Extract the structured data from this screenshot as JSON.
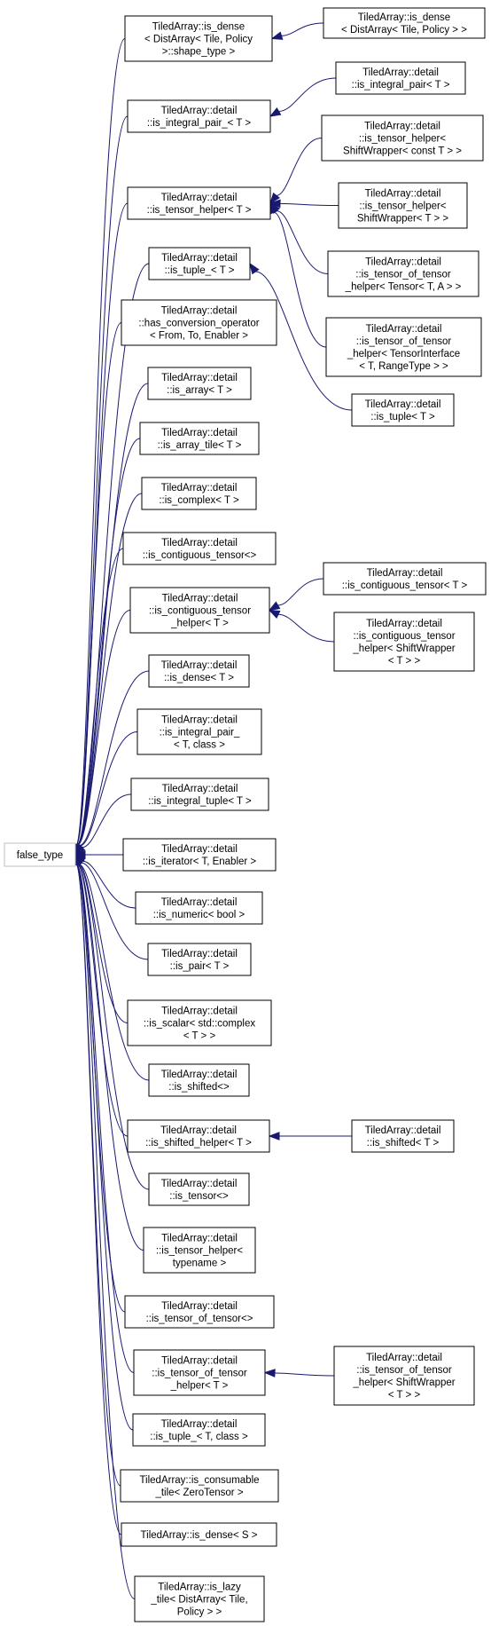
{
  "graph": {
    "root": {
      "id": "root",
      "lines": [
        "false_type"
      ]
    },
    "nodes": [
      {
        "id": "n1",
        "lines": [
          "TiledArray::is_dense",
          "< DistArray< Tile, Policy",
          " >::shape_type >"
        ]
      },
      {
        "id": "n1a",
        "lines": [
          "TiledArray::is_dense",
          "< DistArray< Tile, Policy > >"
        ]
      },
      {
        "id": "n2",
        "lines": [
          "TiledArray::detail",
          "::is_integral_pair_< T >"
        ]
      },
      {
        "id": "n2a",
        "lines": [
          "TiledArray::detail",
          "::is_integral_pair< T >"
        ]
      },
      {
        "id": "n3",
        "lines": [
          "TiledArray::detail",
          "::is_tensor_helper< T >"
        ]
      },
      {
        "id": "n3a",
        "lines": [
          "TiledArray::detail",
          "::is_tensor_helper<",
          "ShiftWrapper< const T > >"
        ]
      },
      {
        "id": "n3b",
        "lines": [
          "TiledArray::detail",
          "::is_tensor_helper<",
          "ShiftWrapper< T > >"
        ]
      },
      {
        "id": "n3c",
        "lines": [
          "TiledArray::detail",
          "::is_tensor_of_tensor",
          "_helper< Tensor< T, A > >"
        ]
      },
      {
        "id": "n3d",
        "lines": [
          "TiledArray::detail",
          "::is_tensor_of_tensor",
          "_helper< TensorInterface",
          "< T, RangeType > >"
        ]
      },
      {
        "id": "n4",
        "lines": [
          "TiledArray::detail",
          "::is_tuple_< T >"
        ]
      },
      {
        "id": "n4a",
        "lines": [
          "TiledArray::detail",
          "::is_tuple< T >"
        ]
      },
      {
        "id": "n5",
        "lines": [
          "TiledArray::detail",
          "::has_conversion_operator",
          "< From, To, Enabler >"
        ]
      },
      {
        "id": "n6",
        "lines": [
          "TiledArray::detail",
          "::is_array< T >"
        ]
      },
      {
        "id": "n7",
        "lines": [
          "TiledArray::detail",
          "::is_array_tile< T >"
        ]
      },
      {
        "id": "n8",
        "lines": [
          "TiledArray::detail",
          "::is_complex< T >"
        ]
      },
      {
        "id": "n9",
        "lines": [
          "TiledArray::detail",
          "::is_contiguous_tensor<>"
        ]
      },
      {
        "id": "n10",
        "lines": [
          "TiledArray::detail",
          "::is_contiguous_tensor",
          "_helper< T >"
        ]
      },
      {
        "id": "n10a",
        "lines": [
          "TiledArray::detail",
          "::is_contiguous_tensor< T >"
        ]
      },
      {
        "id": "n10b",
        "lines": [
          "TiledArray::detail",
          "::is_contiguous_tensor",
          "_helper< ShiftWrapper",
          "< T > >"
        ]
      },
      {
        "id": "n11",
        "lines": [
          "TiledArray::detail",
          "::is_dense< T >"
        ]
      },
      {
        "id": "n12",
        "lines": [
          "TiledArray::detail",
          "::is_integral_pair_",
          "< T, class >"
        ]
      },
      {
        "id": "n13",
        "lines": [
          "TiledArray::detail",
          "::is_integral_tuple< T >"
        ]
      },
      {
        "id": "n14",
        "lines": [
          "TiledArray::detail",
          "::is_iterator< T, Enabler >"
        ]
      },
      {
        "id": "n15",
        "lines": [
          "TiledArray::detail",
          "::is_numeric< bool >"
        ]
      },
      {
        "id": "n16",
        "lines": [
          "TiledArray::detail",
          "::is_pair< T >"
        ]
      },
      {
        "id": "n17",
        "lines": [
          "TiledArray::detail",
          "::is_scalar< std::complex",
          "< T > >"
        ]
      },
      {
        "id": "n18",
        "lines": [
          "TiledArray::detail",
          "::is_shifted<>"
        ]
      },
      {
        "id": "n19",
        "lines": [
          "TiledArray::detail",
          "::is_shifted_helper< T >"
        ]
      },
      {
        "id": "n19a",
        "lines": [
          "TiledArray::detail",
          "::is_shifted< T >"
        ]
      },
      {
        "id": "n20",
        "lines": [
          "TiledArray::detail",
          "::is_tensor<>"
        ]
      },
      {
        "id": "n21",
        "lines": [
          "TiledArray::detail",
          "::is_tensor_helper<",
          "typename >"
        ]
      },
      {
        "id": "n22",
        "lines": [
          "TiledArray::detail",
          "::is_tensor_of_tensor<>"
        ]
      },
      {
        "id": "n23",
        "lines": [
          "TiledArray::detail",
          "::is_tensor_of_tensor",
          "_helper< T >"
        ]
      },
      {
        "id": "n23a",
        "lines": [
          "TiledArray::detail",
          "::is_tensor_of_tensor",
          "_helper< ShiftWrapper",
          "< T > >"
        ]
      },
      {
        "id": "n24",
        "lines": [
          "TiledArray::detail",
          "::is_tuple_< T, class >"
        ]
      },
      {
        "id": "n25",
        "lines": [
          "TiledArray::is_consumable",
          "_tile< ZeroTensor >"
        ]
      },
      {
        "id": "n26",
        "lines": [
          "TiledArray::is_dense< S >"
        ]
      },
      {
        "id": "n27",
        "lines": [
          "TiledArray::is_lazy",
          "_tile< DistArray< Tile,",
          " Policy > >"
        ]
      }
    ],
    "edges": [
      {
        "from": "n1",
        "to": "root"
      },
      {
        "from": "n2",
        "to": "root"
      },
      {
        "from": "n3",
        "to": "root"
      },
      {
        "from": "n4",
        "to": "root"
      },
      {
        "from": "n5",
        "to": "root"
      },
      {
        "from": "n6",
        "to": "root"
      },
      {
        "from": "n7",
        "to": "root"
      },
      {
        "from": "n8",
        "to": "root"
      },
      {
        "from": "n9",
        "to": "root"
      },
      {
        "from": "n10",
        "to": "root"
      },
      {
        "from": "n11",
        "to": "root"
      },
      {
        "from": "n12",
        "to": "root"
      },
      {
        "from": "n13",
        "to": "root"
      },
      {
        "from": "n14",
        "to": "root"
      },
      {
        "from": "n15",
        "to": "root"
      },
      {
        "from": "n16",
        "to": "root"
      },
      {
        "from": "n17",
        "to": "root"
      },
      {
        "from": "n18",
        "to": "root"
      },
      {
        "from": "n19",
        "to": "root"
      },
      {
        "from": "n20",
        "to": "root"
      },
      {
        "from": "n21",
        "to": "root"
      },
      {
        "from": "n22",
        "to": "root"
      },
      {
        "from": "n23",
        "to": "root"
      },
      {
        "from": "n24",
        "to": "root"
      },
      {
        "from": "n25",
        "to": "root"
      },
      {
        "from": "n26",
        "to": "root"
      },
      {
        "from": "n27",
        "to": "root"
      },
      {
        "from": "n1a",
        "to": "n1"
      },
      {
        "from": "n2a",
        "to": "n2"
      },
      {
        "from": "n3a",
        "to": "n3"
      },
      {
        "from": "n3b",
        "to": "n3"
      },
      {
        "from": "n3c",
        "to": "n3"
      },
      {
        "from": "n3d",
        "to": "n3"
      },
      {
        "from": "n4a",
        "to": "n4"
      },
      {
        "from": "n10a",
        "to": "n10"
      },
      {
        "from": "n10b",
        "to": "n10"
      },
      {
        "from": "n19a",
        "to": "n19"
      },
      {
        "from": "n23a",
        "to": "n23"
      }
    ]
  },
  "colors": {
    "edge": "#191970",
    "node_border": "#000000",
    "root_border": "#bfbfbf"
  }
}
